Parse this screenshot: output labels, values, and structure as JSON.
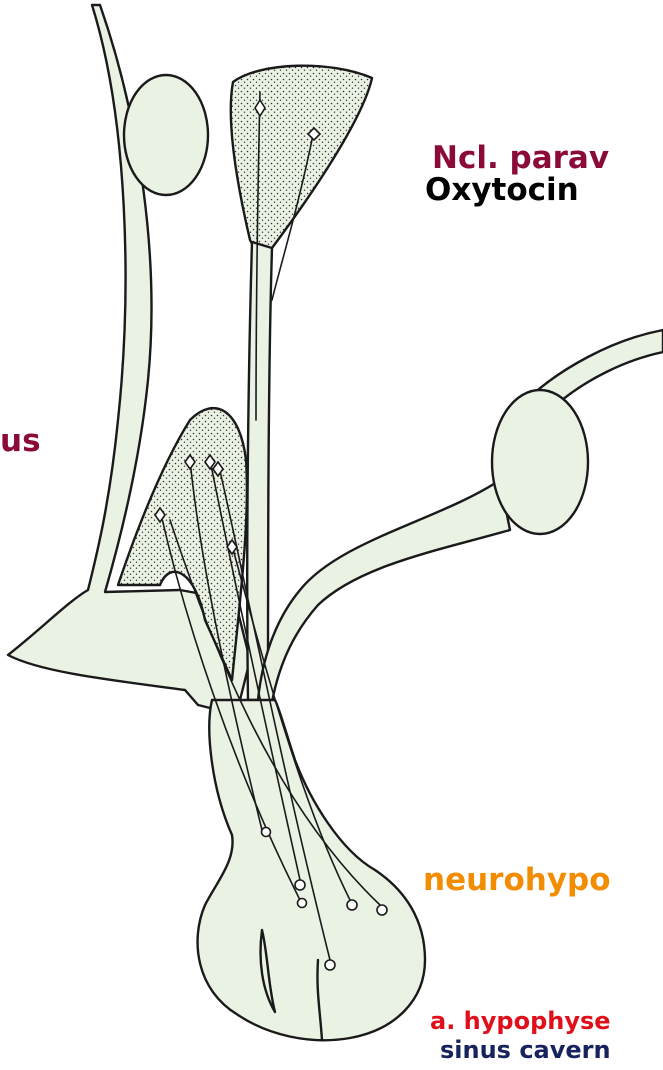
{
  "labels": {
    "paraventricular": "Ncl. parav",
    "oxytocin": "Oxytocin",
    "supraoptic_partial": "us",
    "neurohypophysis": "neurohypo",
    "artery": "a. hypophyse",
    "sinus": "sinus cavern"
  },
  "colors": {
    "nucleus_label": "#8b0a3a",
    "hormone_label": "#000000",
    "lobe_label": "#f28c00",
    "artery_label": "#e0101a",
    "sinus_label": "#16235c",
    "tissue_fill": "#eaf2e4",
    "outline": "#1a1a1a"
  }
}
